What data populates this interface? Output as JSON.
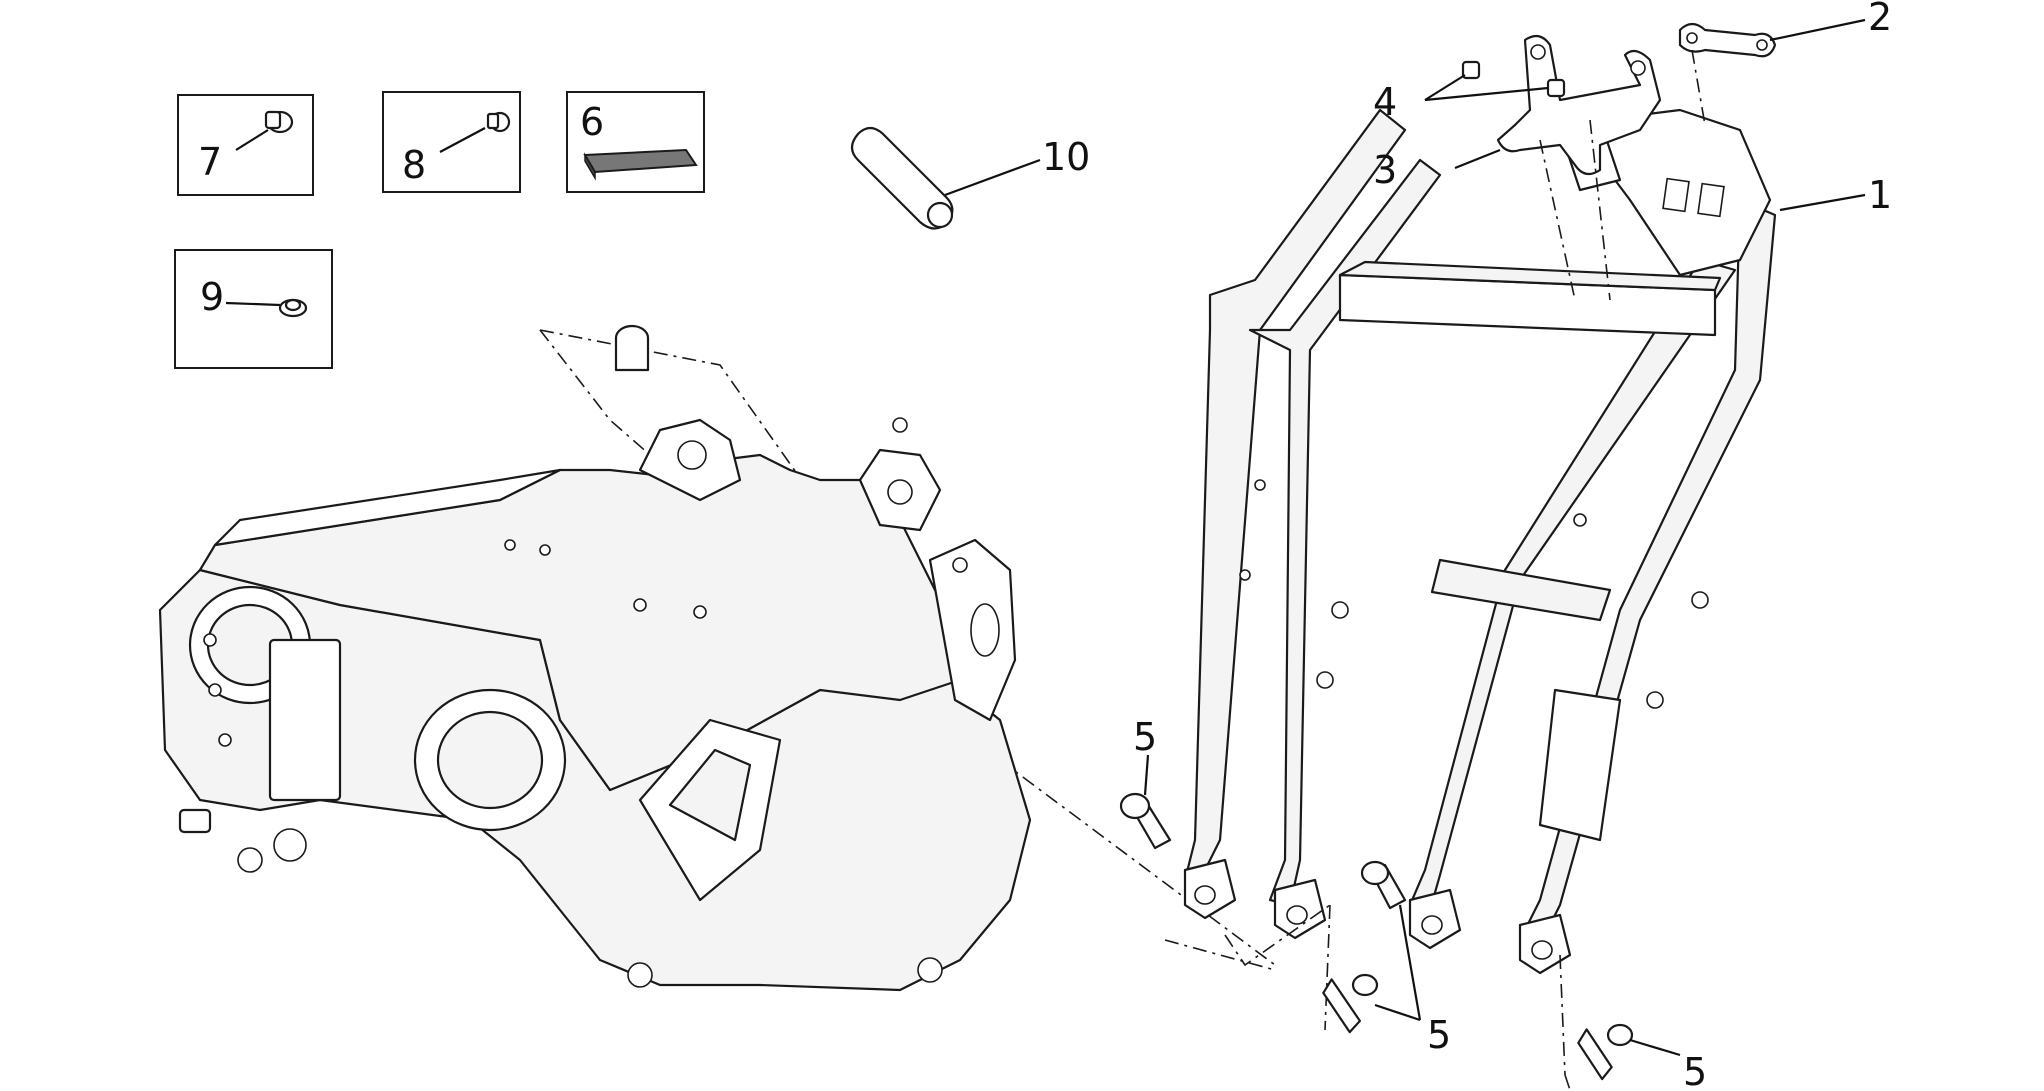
{
  "colors": {
    "line": "#111111",
    "fill": "#f4f4f4",
    "background": "#ffffff"
  },
  "callouts": {
    "c1": "1",
    "c2": "2",
    "c3": "3",
    "c4": "4",
    "c5a": "5",
    "c5b": "5",
    "c5c": "5",
    "c6": "6",
    "c7": "7",
    "c8": "8",
    "c9": "9",
    "c10": "10"
  }
}
